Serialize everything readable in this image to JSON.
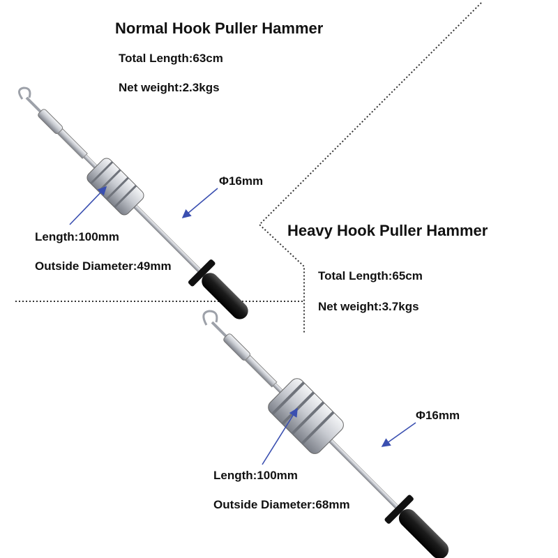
{
  "normal": {
    "title": "Normal Hook Puller Hammer",
    "total_length": "Total Length:63cm",
    "net_weight": "Net weight:2.3kgs",
    "rod_diameter": "Φ16mm",
    "weight_length": "Length:100mm",
    "outside_diameter": "Outside Diameter:49mm"
  },
  "heavy": {
    "title": "Heavy Hook Puller Hammer",
    "total_length": "Total Length:65cm",
    "net_weight": "Net weight:3.7kgs",
    "rod_diameter": "Φ16mm",
    "weight_length": "Length:100mm",
    "outside_diameter": "Outside Diameter:68mm"
  },
  "colors": {
    "arrow": "#3a4fb0",
    "steel": "#b8bcc4",
    "handle": "#1a1a1a",
    "divider": "#333333"
  }
}
